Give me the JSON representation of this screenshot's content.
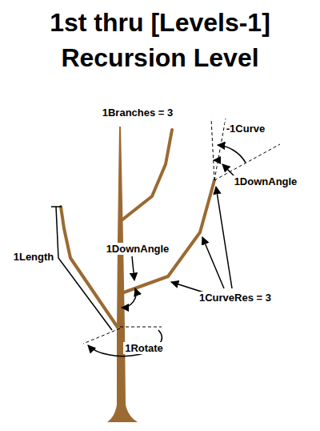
{
  "diagram": {
    "title": "1st thru [Levels-1] Recursion Level",
    "labels": [
      "1Branches = 3",
      "-1Curve",
      "1DownAngle",
      "1Length",
      "1DownAngle",
      "1CurveRes = 3",
      "1Rotate"
    ]
  }
}
